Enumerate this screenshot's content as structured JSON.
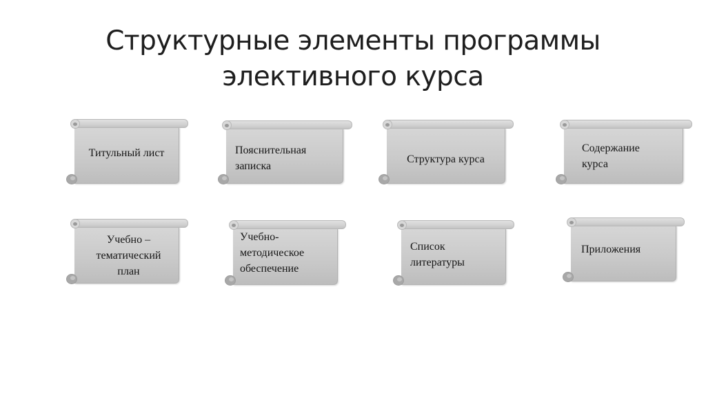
{
  "slide": {
    "title_line1": "Структурные элементы программы",
    "title_line2": "элективного курса"
  },
  "scrolls": [
    {
      "label": "Титульный лист",
      "align": "center"
    },
    {
      "label": "Пояснительная\nзаписка",
      "align": "left"
    },
    {
      "label": "Структура курса",
      "align": "center"
    },
    {
      "label": "Содержание\nкурса",
      "align": "left"
    },
    {
      "label": "Учебно –\nтематический\nплан",
      "align": "center"
    },
    {
      "label": "Учебно-\nметодическое\nобеспечение",
      "align": "left"
    },
    {
      "label": "Список\nлитературы",
      "align": "left"
    },
    {
      "label": "Приложения",
      "align": "left"
    }
  ],
  "colors": {
    "scroll_fill_top": "#d6d6d6",
    "scroll_fill_bottom": "#bdbdbd",
    "text": "#151515",
    "background": "#ffffff"
  }
}
